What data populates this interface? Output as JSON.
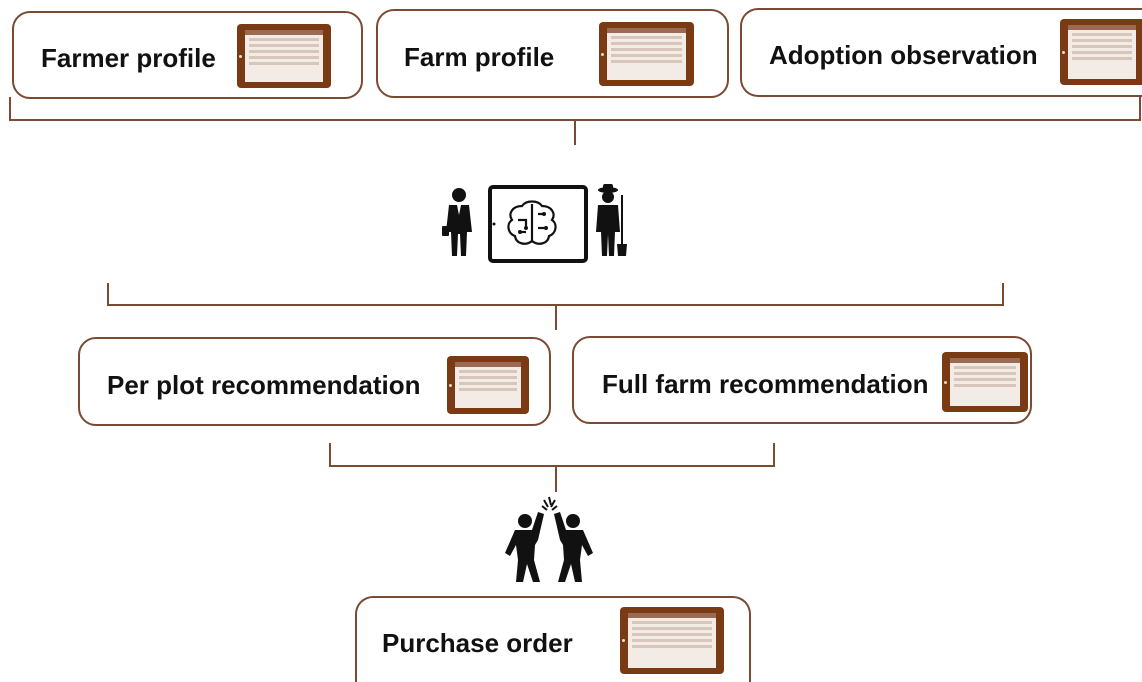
{
  "top_inputs": [
    {
      "label": "Farmer profile"
    },
    {
      "label": "Farm profile"
    },
    {
      "label": "Adoption observation"
    }
  ],
  "middle_outputs": [
    {
      "label": "Per plot recommendation"
    },
    {
      "label": "Full farm recommendation"
    }
  ],
  "final_output": {
    "label": "Purchase order"
  },
  "icons": {
    "advisor": "businessman-icon",
    "ai": "ai-brain-tablet-icon",
    "farmer": "farmer-icon",
    "agreement": "high-five-icon",
    "document": "tablet-document-icon"
  },
  "colors": {
    "box_border": "#7a4a32",
    "connector": "#7a4a32",
    "tablet_frame": "#7a3a14"
  }
}
